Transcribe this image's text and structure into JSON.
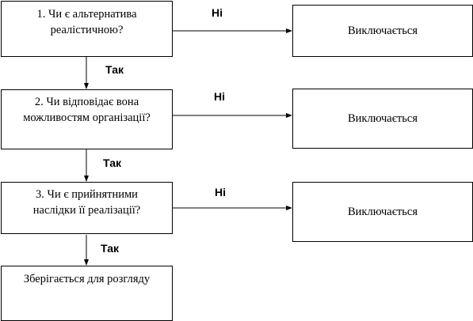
{
  "steps": [
    {
      "question_line1": "1. Чи є альтернатива",
      "question_line2": "реалістичною?",
      "no_label": "Ні",
      "no_result": "Виключається",
      "yes_label": "Так"
    },
    {
      "question_line1": "2. Чи відповідає вона",
      "question_line2": "можливостям організації?",
      "no_label": "Ні",
      "no_result": "Виключається",
      "yes_label": "Так"
    },
    {
      "question_line1": "3. Чи є прийнятними",
      "question_line2": "наслідки її реалізації?",
      "no_label": "Ні",
      "no_result": "Виключається",
      "yes_label": "Так"
    }
  ],
  "final_result": "Зберігається для розгляду"
}
